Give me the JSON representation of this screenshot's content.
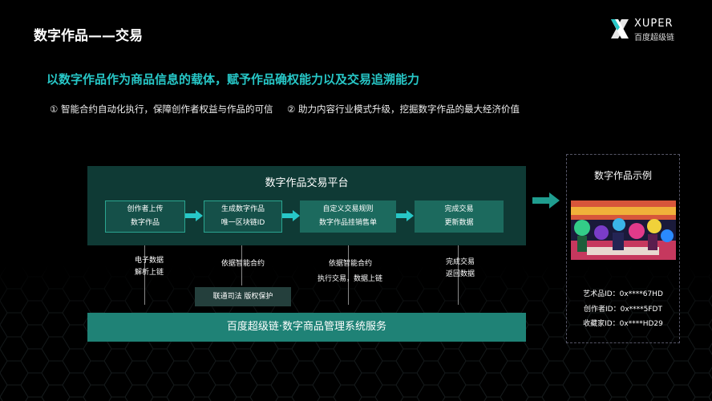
{
  "header": {
    "title": "数字作品——交易"
  },
  "logo": {
    "name": "XUPER",
    "sub": "百度超级链"
  },
  "headline": "以数字作品作为商品信息的载体，赋予作品确权能力以及交易追溯能力",
  "points": [
    "① 智能合约自动化执行，保障创作者权益与作品的可信",
    "② 助力内容行业模式升级，挖掘数字作品的最大经济价值"
  ],
  "platform": {
    "title": "数字作品交易平台",
    "steps": [
      {
        "line1": "创作者上传",
        "line2": "数字作品"
      },
      {
        "line1": "生成数字作品",
        "line2": "唯一区块链ID"
      },
      {
        "line1": "自定义交易规则",
        "line2": "数字作品挂销售单"
      },
      {
        "line1": "完成交易",
        "line2": "更新数据"
      }
    ]
  },
  "captions": [
    {
      "line1": "电子数据",
      "line2": "解析上链"
    },
    {
      "line1": "依据智能合约",
      "line2": ""
    },
    {
      "line1": "依据智能合约",
      "line2": "执行交易，数据上链"
    },
    {
      "line1": "完成交易",
      "line2": "返回数据"
    }
  ],
  "court_box": "联通司法  版权保护",
  "service_bar": "百度超级链·数字商品管理系统服务",
  "example": {
    "title": "数字作品示例",
    "art_id": "艺术品ID：0x****67HD",
    "creator_id": "创作者ID：0x****5FDT",
    "collector_id": "收藏家ID：0x****HD29"
  },
  "colors": {
    "accent": "#27c7c7",
    "panel": "#0f3a35",
    "service": "#1f8276"
  }
}
